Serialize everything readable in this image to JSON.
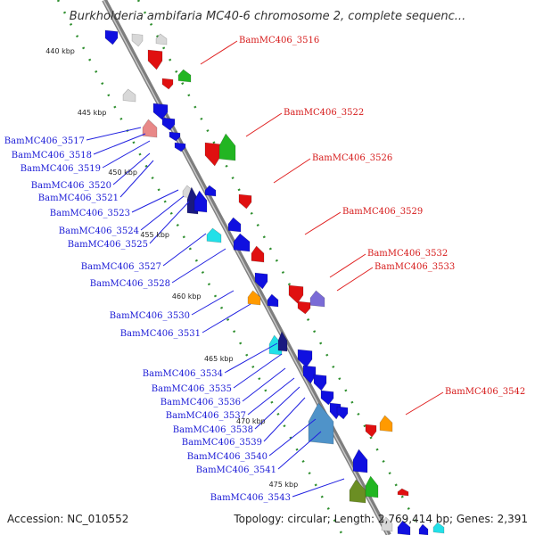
{
  "title": "Burkholderia ambifaria MC40-6 chromosome 2, complete sequenc...",
  "footer": {
    "accession": "Accession: NC_010552",
    "summary": "Topology: circular; Length: 2,769,414 bp; Genes: 2,391"
  },
  "ticks": [
    "440 kbp",
    "445 kbp",
    "450 kbp",
    "455 kbp",
    "460 kbp",
    "465 kbp",
    "470 kbp",
    "475 kbp"
  ],
  "genes_forward": [
    "BamMC406_3516",
    "BamMC406_3522",
    "BamMC406_3526",
    "BamMC406_3529",
    "BamMC406_3532",
    "BamMC406_3533",
    "BamMC406_3542"
  ],
  "genes_reverse": [
    "BamMC406_3517",
    "BamMC406_3518",
    "BamMC406_3519",
    "BamMC406_3520",
    "BamMC406_3521",
    "BamMC406_3523",
    "BamMC406_3524",
    "BamMC406_3525",
    "BamMC406_3527",
    "BamMC406_3528",
    "BamMC406_3530",
    "BamMC406_3531",
    "BamMC406_3534",
    "BamMC406_3535",
    "BamMC406_3536",
    "BamMC406_3537",
    "BamMC406_3538",
    "BamMC406_3539",
    "BamMC406_3540",
    "BamMC406_3541",
    "BamMC406_3543"
  ],
  "colors": {
    "forward_label": "#d61a1a",
    "reverse_label": "#1a1ad6",
    "backbone": "#9a9a9a",
    "guide_dots": "#2f8f2f"
  }
}
